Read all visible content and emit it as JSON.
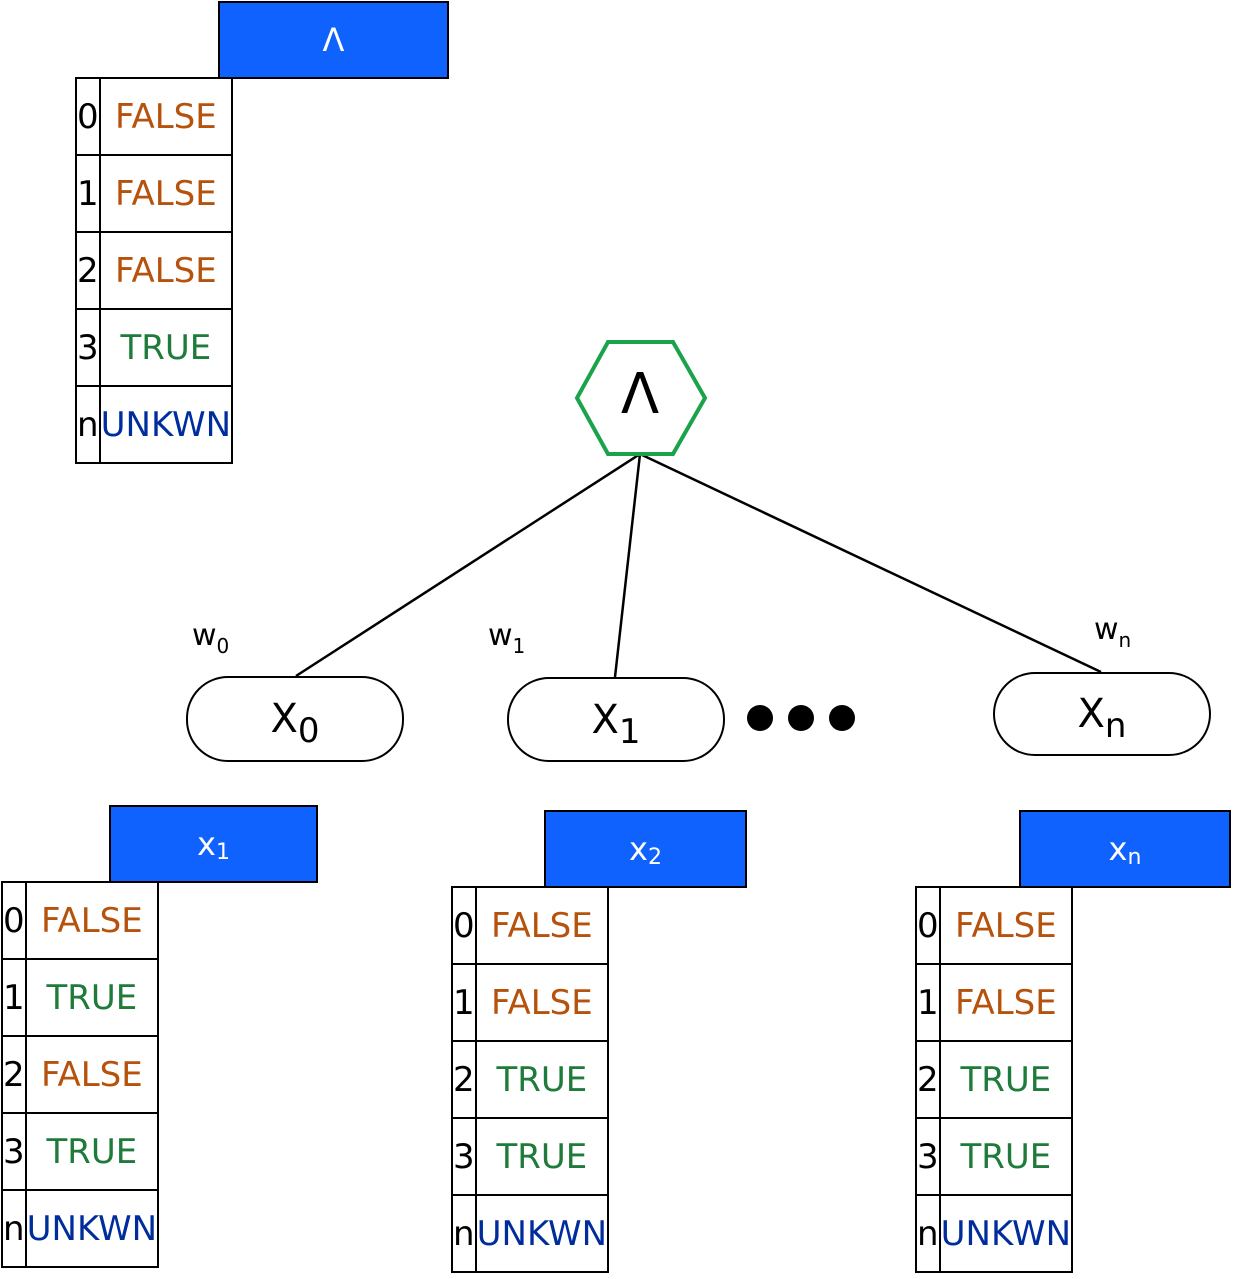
{
  "gate": {
    "symbol": "Λ",
    "border_color": "#1aa34a"
  },
  "colors": {
    "header": "#0f62fe",
    "false": "#b6520b",
    "true": "#1e7b3a",
    "unknown": "#002d9c"
  },
  "top_table": {
    "header": "Λ",
    "rows": [
      {
        "index": "0",
        "value": "FALSE"
      },
      {
        "index": "1",
        "value": "FALSE"
      },
      {
        "index": "2",
        "value": "FALSE"
      },
      {
        "index": "3",
        "value": "TRUE"
      },
      {
        "index": "n",
        "value": "UNKWN"
      }
    ]
  },
  "nodes": [
    {
      "label": "X",
      "sub": "0"
    },
    {
      "label": "X",
      "sub": "1"
    },
    {
      "label": "X",
      "sub": "n"
    }
  ],
  "weights": [
    {
      "label": "w",
      "sub": "0"
    },
    {
      "label": "w",
      "sub": "1"
    },
    {
      "label": "w",
      "sub": "n"
    }
  ],
  "input_tables": [
    {
      "header": "x",
      "sub": "1",
      "rows": [
        {
          "index": "0",
          "value": "FALSE"
        },
        {
          "index": "1",
          "value": "TRUE"
        },
        {
          "index": "2",
          "value": "FALSE"
        },
        {
          "index": "3",
          "value": "TRUE"
        },
        {
          "index": "n",
          "value": "UNKWN"
        }
      ]
    },
    {
      "header": "x",
      "sub": "2",
      "rows": [
        {
          "index": "0",
          "value": "FALSE"
        },
        {
          "index": "1",
          "value": "FALSE"
        },
        {
          "index": "2",
          "value": "TRUE"
        },
        {
          "index": "3",
          "value": "TRUE"
        },
        {
          "index": "n",
          "value": "UNKWN"
        }
      ]
    },
    {
      "header": "x",
      "sub": "n",
      "rows": [
        {
          "index": "0",
          "value": "FALSE"
        },
        {
          "index": "1",
          "value": "FALSE"
        },
        {
          "index": "2",
          "value": "TRUE"
        },
        {
          "index": "3",
          "value": "TRUE"
        },
        {
          "index": "n",
          "value": "UNKWN"
        }
      ]
    }
  ]
}
